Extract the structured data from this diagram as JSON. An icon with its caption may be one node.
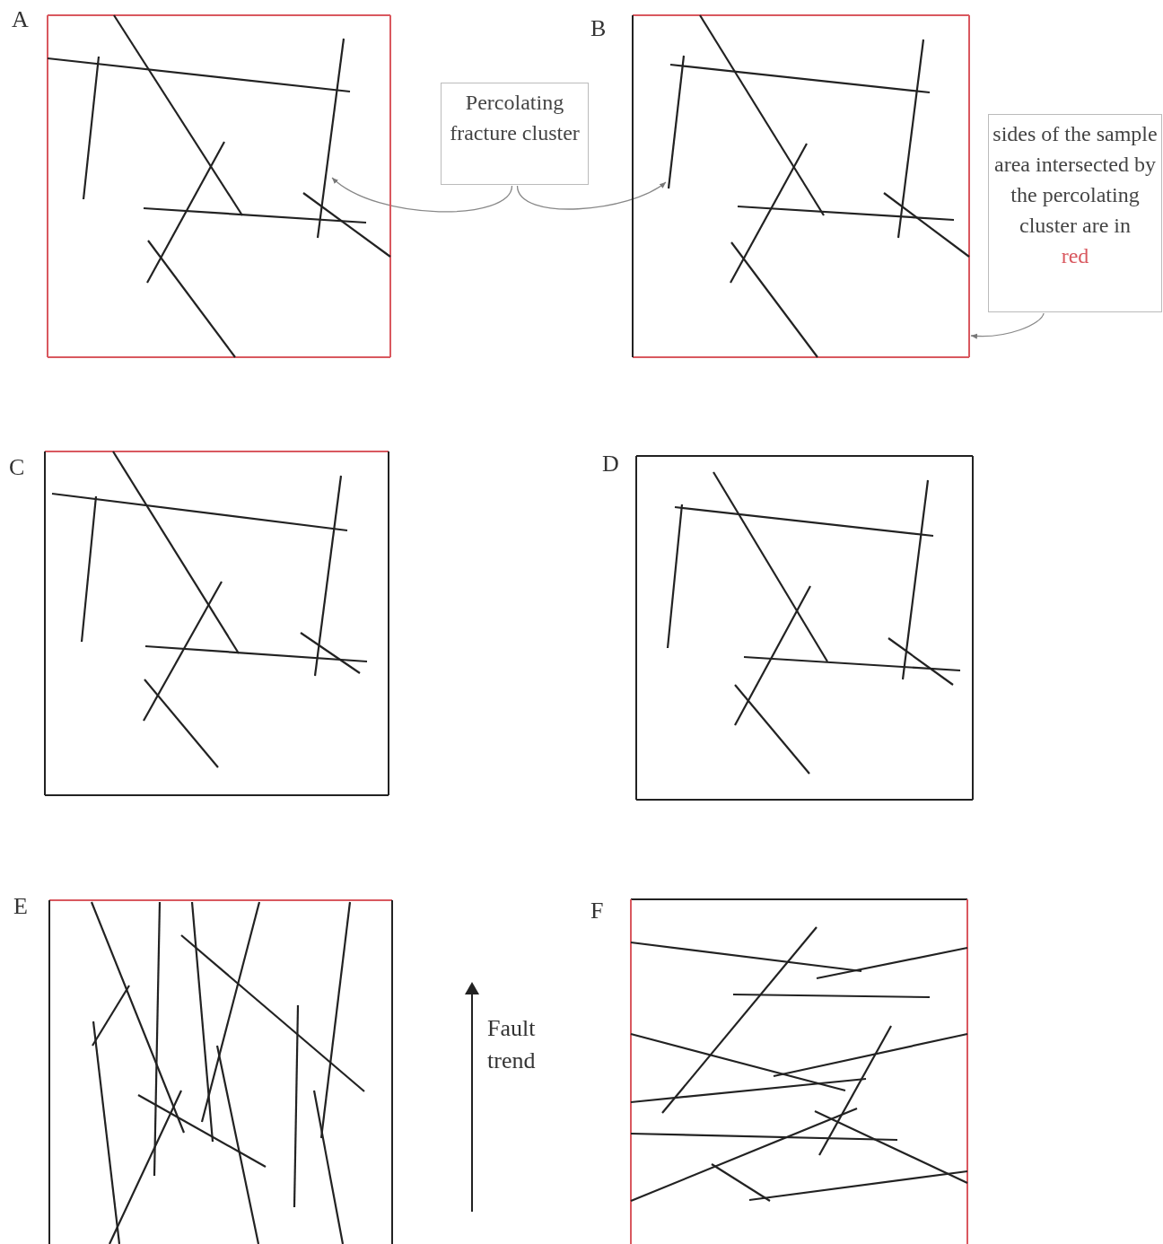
{
  "diagram": {
    "nodes": [
      {
        "text": [
          "A"
        ]
      },
      {
        "text": [
          "B"
        ]
      },
      {
        "text": [
          "Percolating fracture cluster"
        ]
      },
      {
        "text": [
          "sides of the sample area intersected by the percolating cluster are in",
          "red"
        ]
      },
      {
        "text": [
          "C"
        ]
      },
      {
        "text": [
          "D"
        ]
      },
      {
        "text": [
          "E"
        ]
      },
      {
        "text": [
          "F"
        ]
      }
    ],
    "edges": [
      {
        "from": 2,
        "to": 0,
        "arrow": "to"
      },
      {
        "from": 2,
        "to": 1,
        "arrow": "to"
      },
      {
        "from": 3,
        "to": 1,
        "arrow": "to"
      }
    ],
    "labels": [
      "Fault trend"
    ]
  }
}
